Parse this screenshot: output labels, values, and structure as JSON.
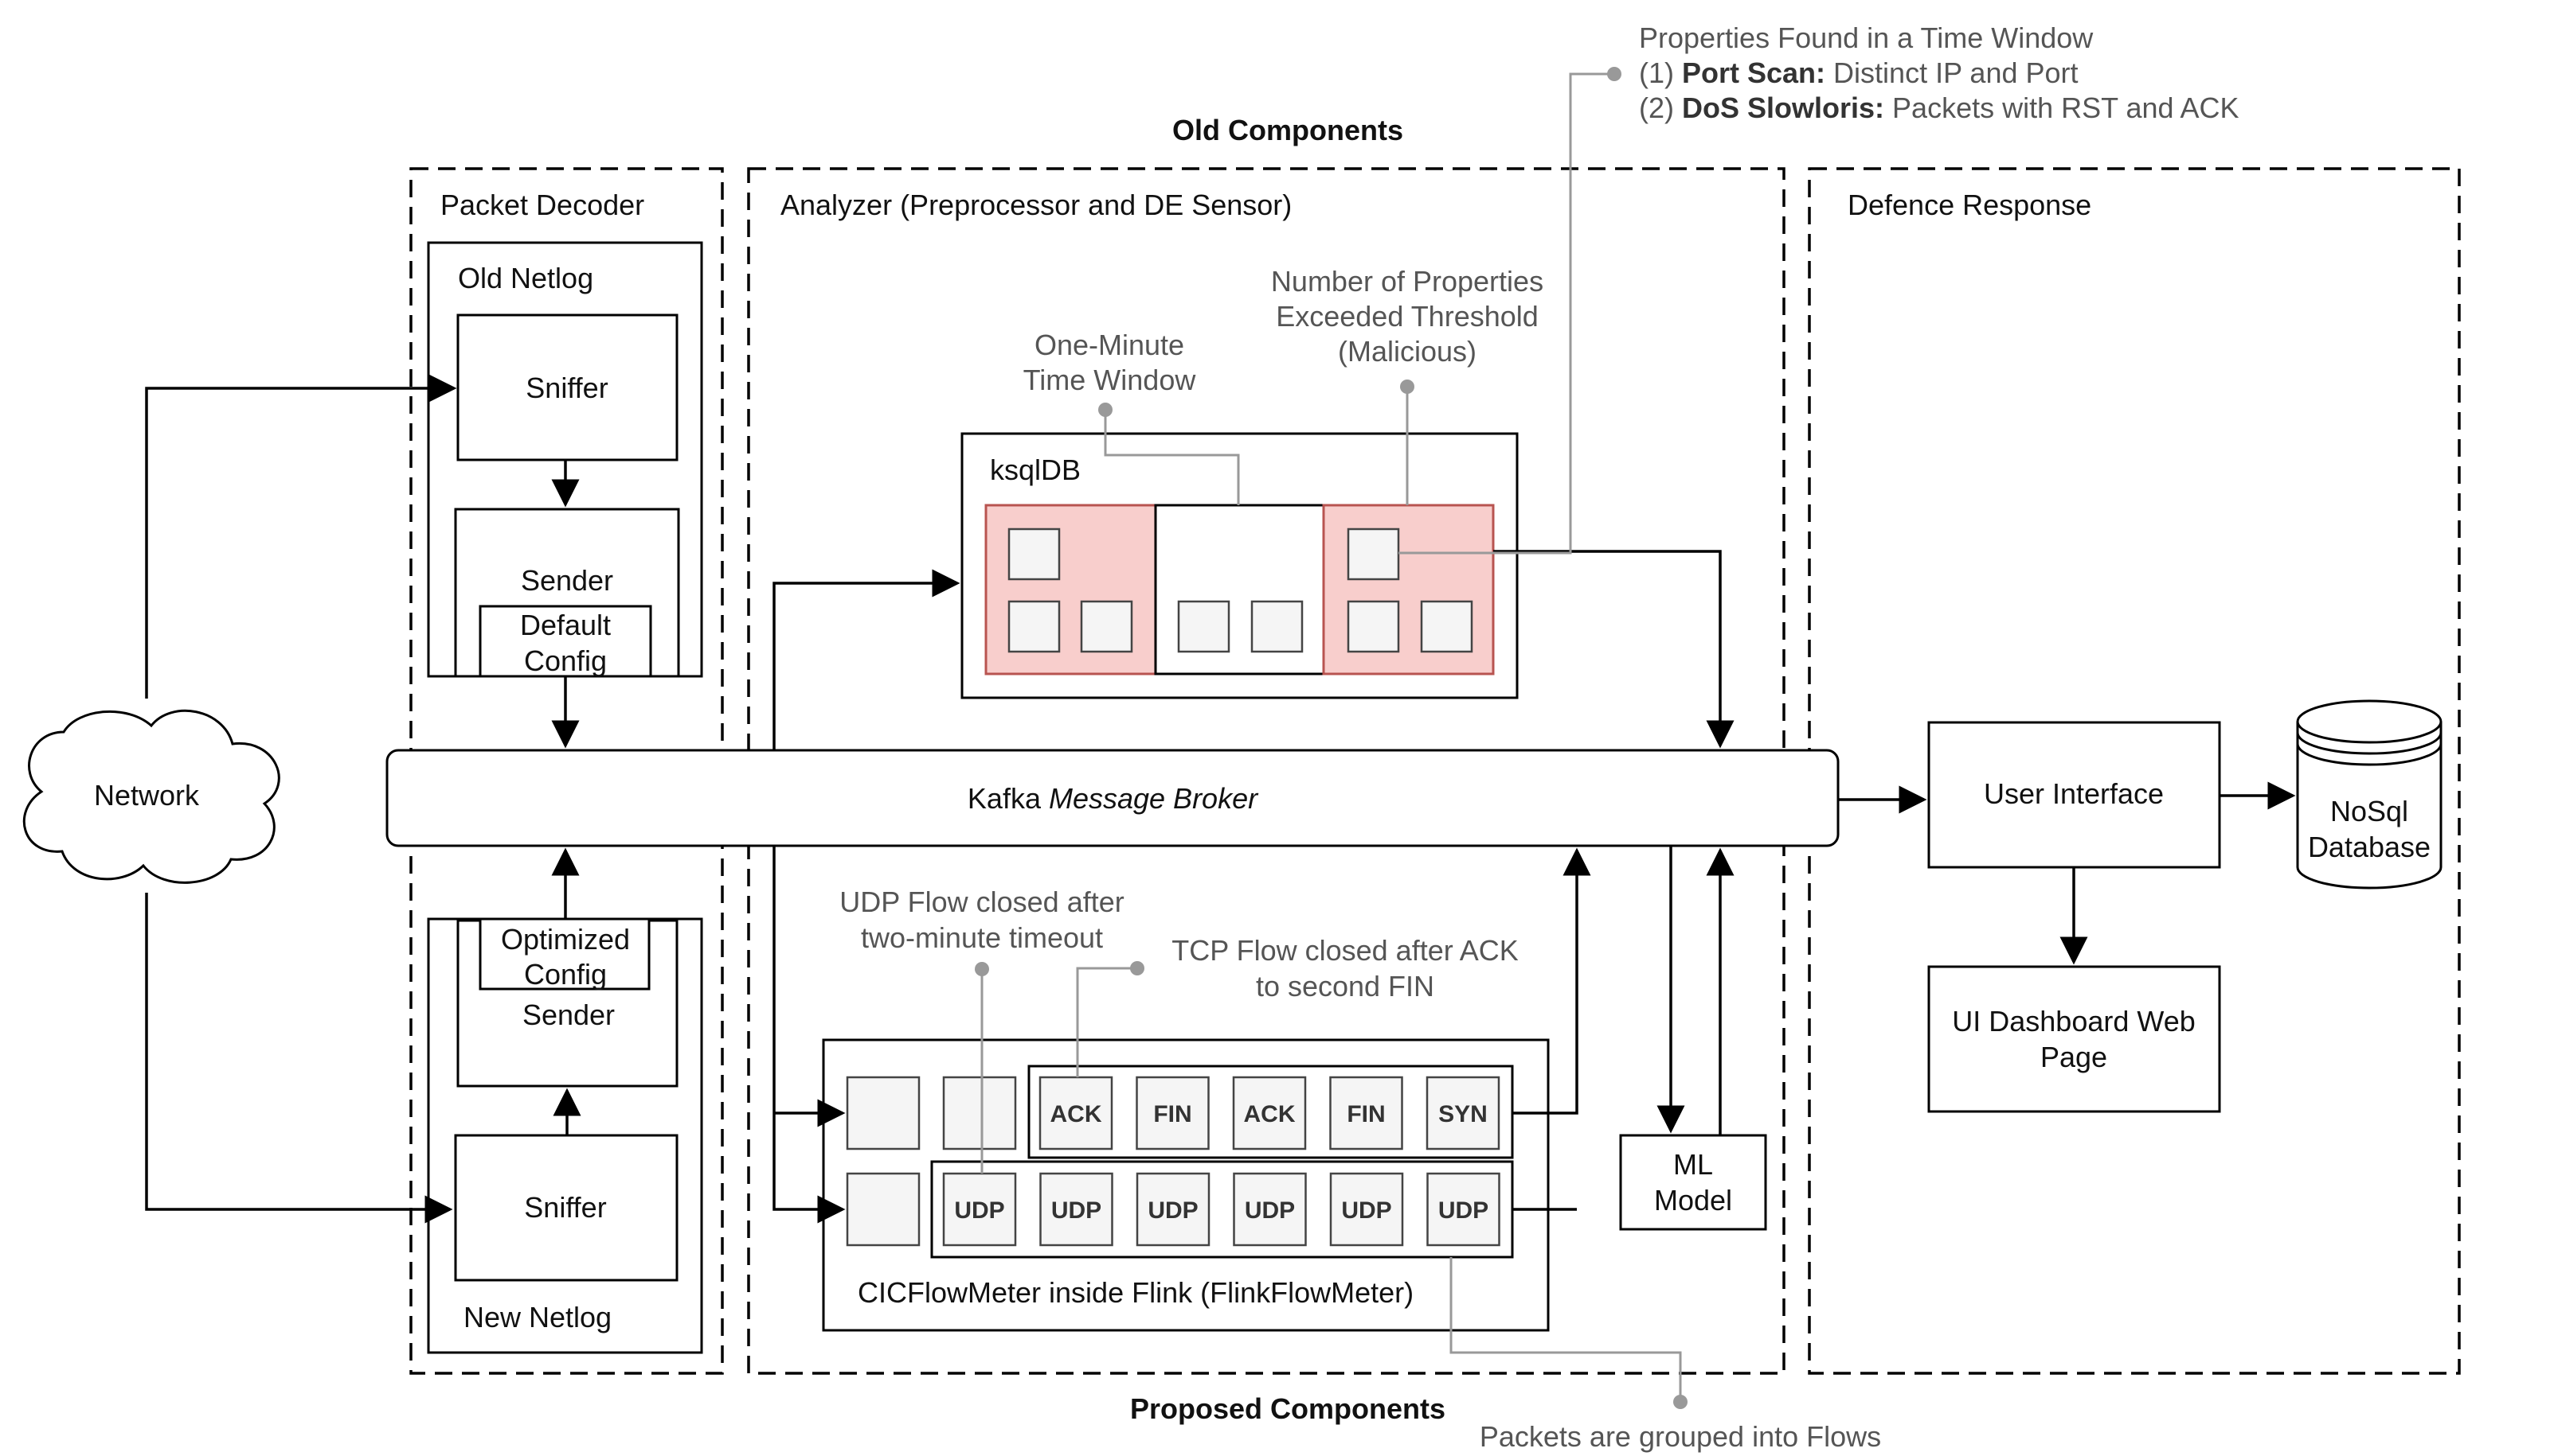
{
  "headers": {
    "old_components": "Old Components",
    "proposed_components": "Proposed Components"
  },
  "containers": {
    "packet_decoder": "Packet Decoder",
    "analyzer": "Analyzer (Preprocessor and DE Sensor)",
    "defence_response": "Defence Response"
  },
  "network": "Network",
  "old_netlog": {
    "title": "Old Netlog",
    "sniffer": "Sniffer",
    "sender": "Sender",
    "config_line1": "Default",
    "config_line2": "Config"
  },
  "new_netlog": {
    "title": "New Netlog",
    "sniffer": "Sniffer",
    "sender": "Sender",
    "config_line1": "Optimized",
    "config_line2": "Config"
  },
  "kafka": {
    "name": "Kafka",
    "suffix": "Message Broker"
  },
  "ksqldb": {
    "title": "ksqlDB"
  },
  "annotations": {
    "one_minute_line1": "One-Minute",
    "one_minute_line2": "Time Window",
    "exceeded_line1": "Number of Properties",
    "exceeded_line2": "Exceeded Threshold",
    "exceeded_line3": "(Malicious)",
    "properties_title": "Properties Found in a Time Window",
    "prop1_prefix": "(1) ",
    "prop1_bold": "Port Scan:",
    "prop1_rest": " Distinct IP and Port",
    "prop2_prefix": "(2) ",
    "prop2_bold": "DoS Slowloris:",
    "prop2_rest": " Packets with RST and ACK",
    "udp_line1": "UDP Flow closed after",
    "udp_line2": "two-minute timeout",
    "tcp_line1": "TCP Flow closed after ACK",
    "tcp_line2": "to second FIN",
    "grouped": "Packets are grouped into Flows"
  },
  "flink": {
    "title": "CICFlowMeter inside Flink (FlinkFlowMeter)",
    "tcp_packets": [
      "ACK",
      "FIN",
      "ACK",
      "FIN",
      "SYN"
    ],
    "udp_packets": [
      "UDP",
      "UDP",
      "UDP",
      "UDP",
      "UDP",
      "UDP"
    ]
  },
  "ml_model": {
    "line1": "ML",
    "line2": "Model"
  },
  "user_interface": "User Interface",
  "nosql": {
    "line1": "NoSql",
    "line2": "Database"
  },
  "dashboard": {
    "line1": "UI Dashboard Web",
    "line2": "Page"
  },
  "colors": {
    "pink_fill": "#f8cecc",
    "pink_stroke": "#b85450",
    "annotation_gray": "#999999"
  }
}
